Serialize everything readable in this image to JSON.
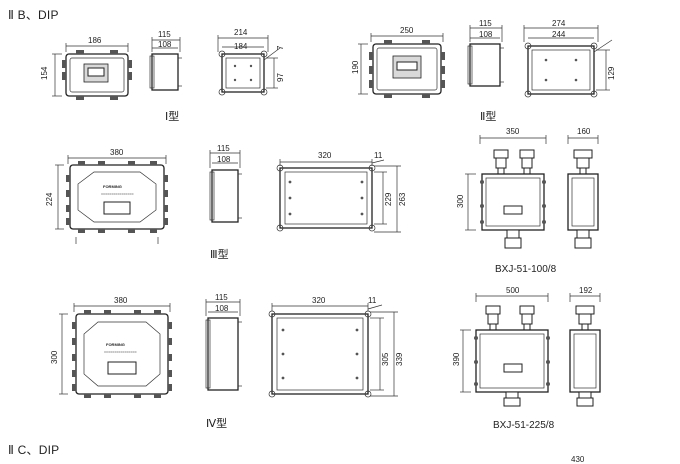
{
  "section_headers": {
    "top": "Ⅱ B、DIP",
    "bottom": "Ⅱ C、DIP"
  },
  "page_number": "430",
  "types": {
    "type_I": {
      "caption": "Ⅰ型",
      "front": {
        "width": "186",
        "height": "154"
      },
      "side": {
        "outer": "115",
        "inner": "108"
      },
      "back": {
        "outer": "214",
        "inner": "184",
        "height": "97",
        "offset": "7"
      }
    },
    "type_II": {
      "caption": "Ⅱ型",
      "front": {
        "width": "250",
        "height": "190"
      },
      "side": {
        "outer": "115",
        "inner": "108"
      },
      "back": {
        "outer": "274",
        "inner": "244",
        "height": "129"
      }
    },
    "type_III": {
      "caption": "Ⅲ型",
      "front": {
        "width": "380",
        "height": "224"
      },
      "side": {
        "outer": "115",
        "inner": "108"
      },
      "back": {
        "width": "320",
        "offset": "11",
        "inner_height": "229",
        "outer_height": "263"
      }
    },
    "type_IV": {
      "caption": "Ⅳ型",
      "front": {
        "width": "380",
        "height": "300"
      },
      "side": {
        "outer": "115",
        "inner": "108"
      },
      "back": {
        "width": "320",
        "offset": "11",
        "inner_height": "305",
        "outer_height": "339"
      }
    },
    "bxj_100": {
      "caption": "BXJ-51-100/8",
      "front": {
        "width": "350",
        "height": "300"
      },
      "side": {
        "width": "160"
      }
    },
    "bxj_225": {
      "caption": "BXJ-51-225/8",
      "front": {
        "width": "500",
        "height": "390"
      },
      "side": {
        "width": "192"
      }
    }
  }
}
